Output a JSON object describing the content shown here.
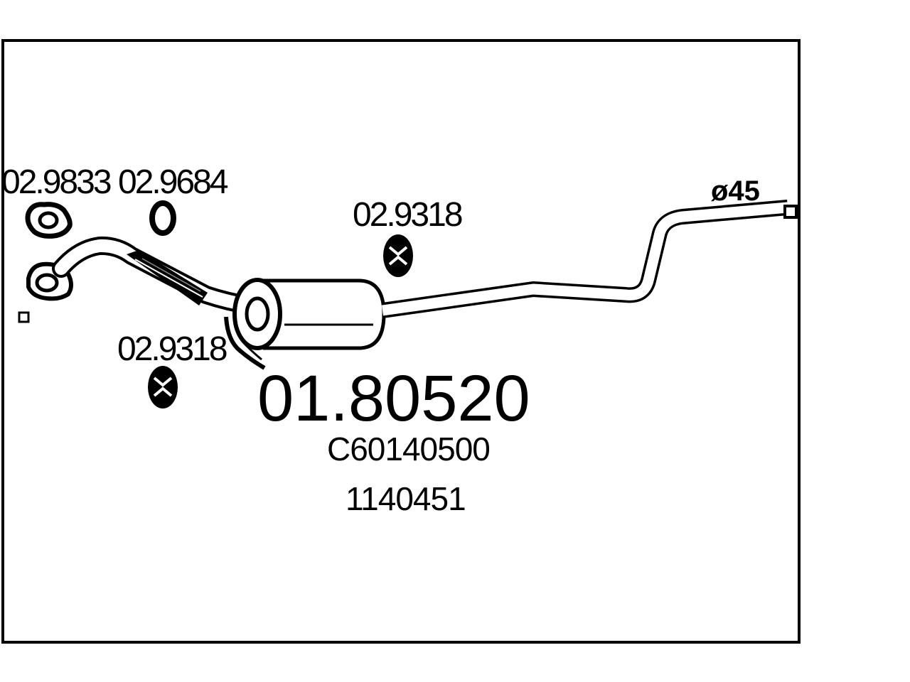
{
  "diagram": {
    "main_part_number": "01.80520",
    "reference_numbers": [
      "C60140500",
      "1140451"
    ],
    "pipe_diameter_label": "ø45",
    "accessory_codes": {
      "gasket_1": "02.9833",
      "ring_gasket": "02.9684",
      "rubber_mount_upper": "02.9318",
      "rubber_mount_lower": "02.9318"
    }
  }
}
